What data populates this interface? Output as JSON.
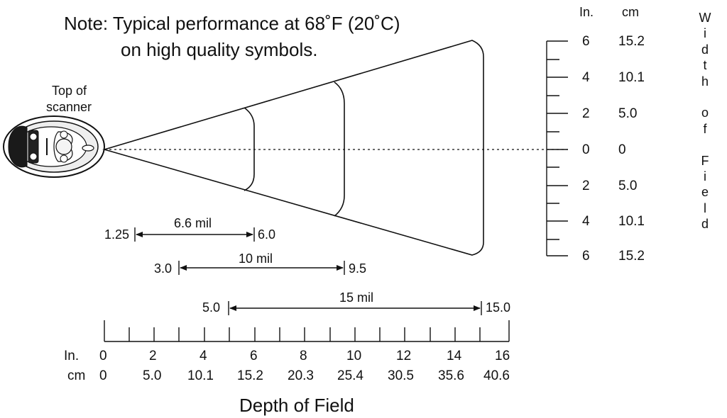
{
  "note": {
    "line1": "Note:  Typical performance at 68˚F (20˚C)",
    "line2": "on high quality symbols."
  },
  "scanner": {
    "label_line1": "Top of",
    "label_line2": "scanner"
  },
  "ranges": [
    {
      "name": "6.6 mil",
      "start": "1.25",
      "end": "6.0"
    },
    {
      "name": "10 mil",
      "start": "3.0",
      "end": "9.5"
    },
    {
      "name": "15 mil",
      "start": "5.0",
      "end": "15.0"
    }
  ],
  "depth_axis": {
    "unit_in": "In.",
    "unit_cm": "cm",
    "inches": [
      "0",
      "2",
      "4",
      "6",
      "8",
      "10",
      "12",
      "14",
      "16"
    ],
    "cm": [
      "0",
      "5.0",
      "10.1",
      "15.2",
      "20.3",
      "25.4",
      "30.5",
      "35.6",
      "40.6"
    ],
    "title": "Depth of Field"
  },
  "width_axis": {
    "unit_in": "In.",
    "unit_cm": "cm",
    "inches": [
      "6",
      "4",
      "2",
      "0",
      "2",
      "4",
      "6"
    ],
    "cm": [
      "15.2",
      "10.1",
      "5.0",
      "0",
      "5.0",
      "10.1",
      "15.2"
    ],
    "title": "W\ni\nd\nt\nh\n\no\nf\n\nF\ni\ne\nl\nd"
  }
}
